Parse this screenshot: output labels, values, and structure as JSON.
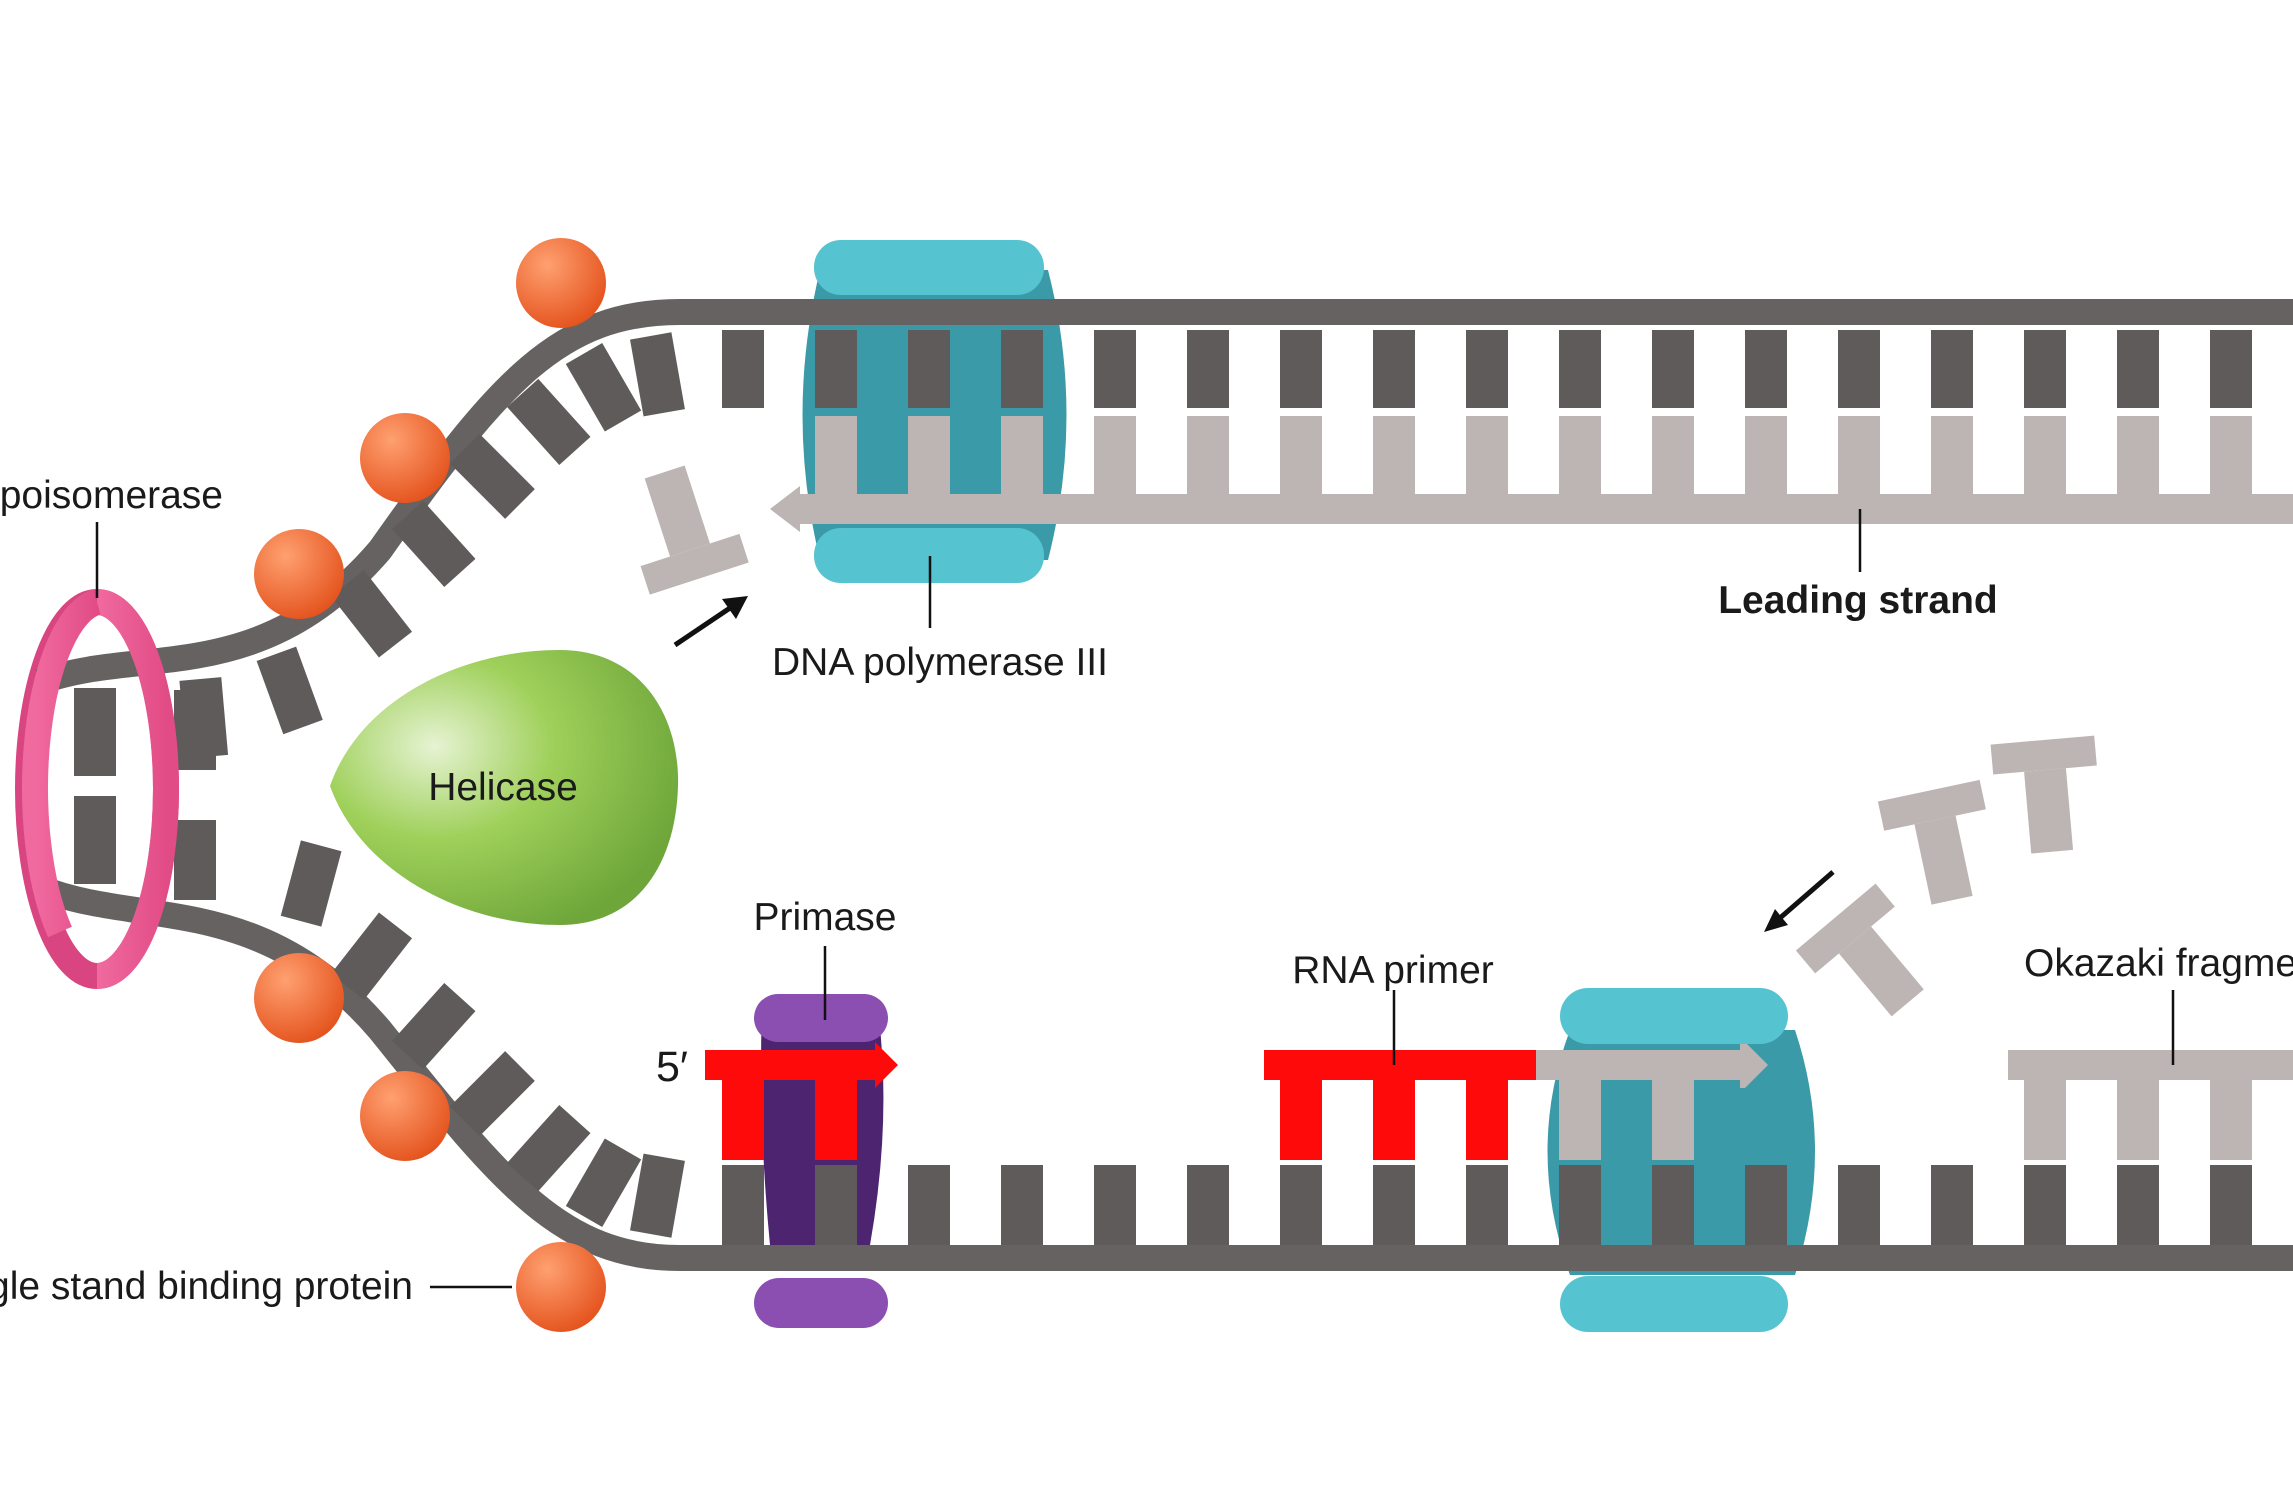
{
  "labels": {
    "topoisomerase": "Topoisomerase",
    "helicase": "Helicase",
    "dna_polymerase": "DNA polymerase III",
    "leading_strand": "Leading strand",
    "primase": "Primase",
    "rna_primer": "RNA primer",
    "okazaki": "Okazaki fragment",
    "ssb": "Single stand binding protein",
    "five_prime": "5′"
  },
  "colors": {
    "backbone": "#666262",
    "base_dark": "#5f5b5b",
    "base_light": "#bdb5b4",
    "topoisomerase": "#ec5d94",
    "helicase": "#8bc34a",
    "polymerase_cap": "#56c3d1",
    "polymerase_body": "#3b9aa8",
    "primase_cap": "#8a4fb0",
    "primase_body": "#4c2470",
    "rna_primer": "#ff0a0a",
    "ssb": "#ee5a24",
    "arrow": "#111111"
  }
}
